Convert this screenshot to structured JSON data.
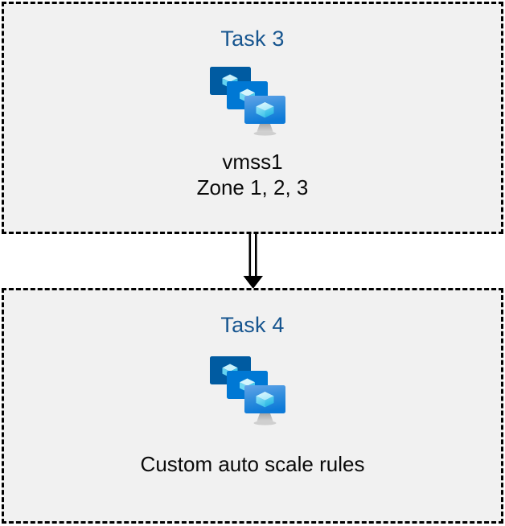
{
  "diagram": {
    "background_color": "#ffffff",
    "box_fill_color": "#f1f1f1",
    "box_border_color": "#000000",
    "title_color": "#16558f",
    "caption_color": "#0a0a0a",
    "connector_color": "#000000",
    "boxes": [
      {
        "id": "task3",
        "title": "Task 3",
        "icon": "azure-vm-scale-set-icon",
        "caption_line1": "vmss1",
        "caption_line2": "Zone 1, 2, 3"
      },
      {
        "id": "task4",
        "title": "Task 4",
        "icon": "azure-vm-scale-set-icon",
        "caption_line1": "Custom auto scale rules",
        "caption_line2": ""
      }
    ],
    "connector": {
      "name": "double-line-arrow-down",
      "from": "task3",
      "to": "task4",
      "style": "double-line",
      "arrowhead": "solid-triangle"
    },
    "icon_colors": {
      "monitor_back": "#005ba1",
      "monitor_middle": "#0078d4",
      "monitor_front_top": "#5ea0e5",
      "monitor_front_bottom": "#1082da",
      "cube_light": "#c3f1fb",
      "cube_mid": "#6fd8f5",
      "cube_dark": "#32bde8",
      "stand": "#b3b3b3"
    }
  }
}
